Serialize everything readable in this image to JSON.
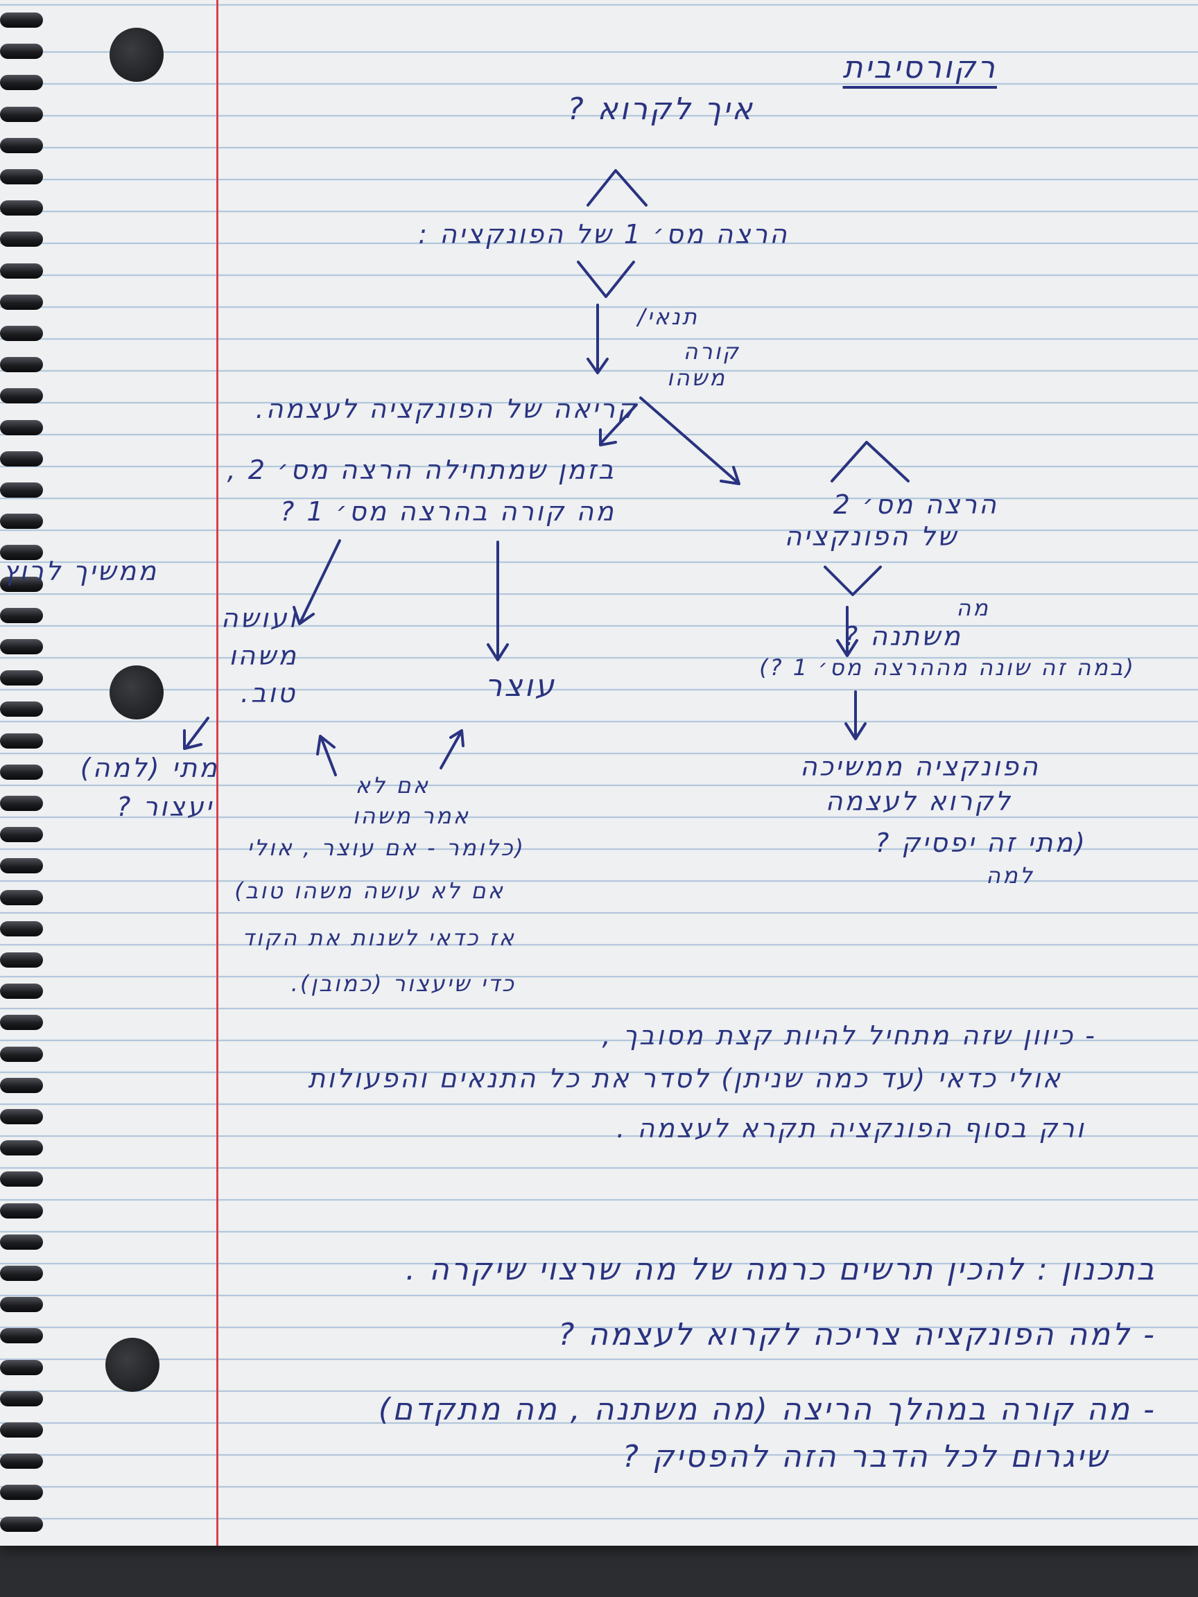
{
  "notes": {
    "title": "רקורסיבית",
    "question": "איך לקרוא ?",
    "step1": "הרצה מס׳ 1 של הפונקציה :",
    "change_label": [
      "תנאי/",
      "קורה",
      "משהו"
    ],
    "self_call": "קריאה של הפונקציה לעצמה.",
    "run2_line1": "בזמן שמתחילה הרצה מס׳ 2 ,",
    "run2_line2": "מה קורה בהרצה מס׳ 1 ?",
    "continue_line1": "ממשיך לרוץ ,",
    "continue_line2": "ועושה",
    "continue_line3": "משהו",
    "continue_line4": "טוב.",
    "stops": "עוצר",
    "when_line1": "מתי (למה)",
    "when_line2": "יעצור ?",
    "if_not_line1": "אם לא",
    "if_not_line2": "אמר משהו",
    "meaning_line1": "(כלומר - אם עוצר , אולי",
    "meaning_line2": "אם לא עושה משהו טוב)",
    "meaning_line3": "אז כדאי לשנות את הקוד",
    "meaning_line4": "כדי שיעצור (כמובן).",
    "run2_right_line1": "הרצה מס׳ 2",
    "run2_right_line2": "של הפונקציה",
    "what_line1": "מה",
    "what_line2": "משתנה ?",
    "diff_from_1": "(במה זה שונה מההרצה מס׳ 1 ?)",
    "calls_line1": "הפונקציה ממשיכה",
    "calls_line2": "לקרוא לעצמה",
    "calls_line3": "(מתי זה יפסיק ?",
    "calls_line4": "למה",
    "complex_line1": "- כיוון שזה מתחיל להיות קצת מסובך ,",
    "complex_line2": "אולי כדאי (עד כמה שניתן) לסדר את כל התנאים והפעולות",
    "complex_line3": "ורק בסוף הפונקציה תקרא לעצמה .",
    "plan_line1": "בתכנון : להכין תרשים כרמה של מה שרצוי שיקרה .",
    "plan_line2": "- למה הפונקציה צריכה לקרוא לעצמה ?",
    "plan_line3": "- מה קורה במהלך הריצה (מה משתנה , מה מתקדם)",
    "plan_line4": "שיגרום לכל הדבר הזה להפסיק ?"
  }
}
